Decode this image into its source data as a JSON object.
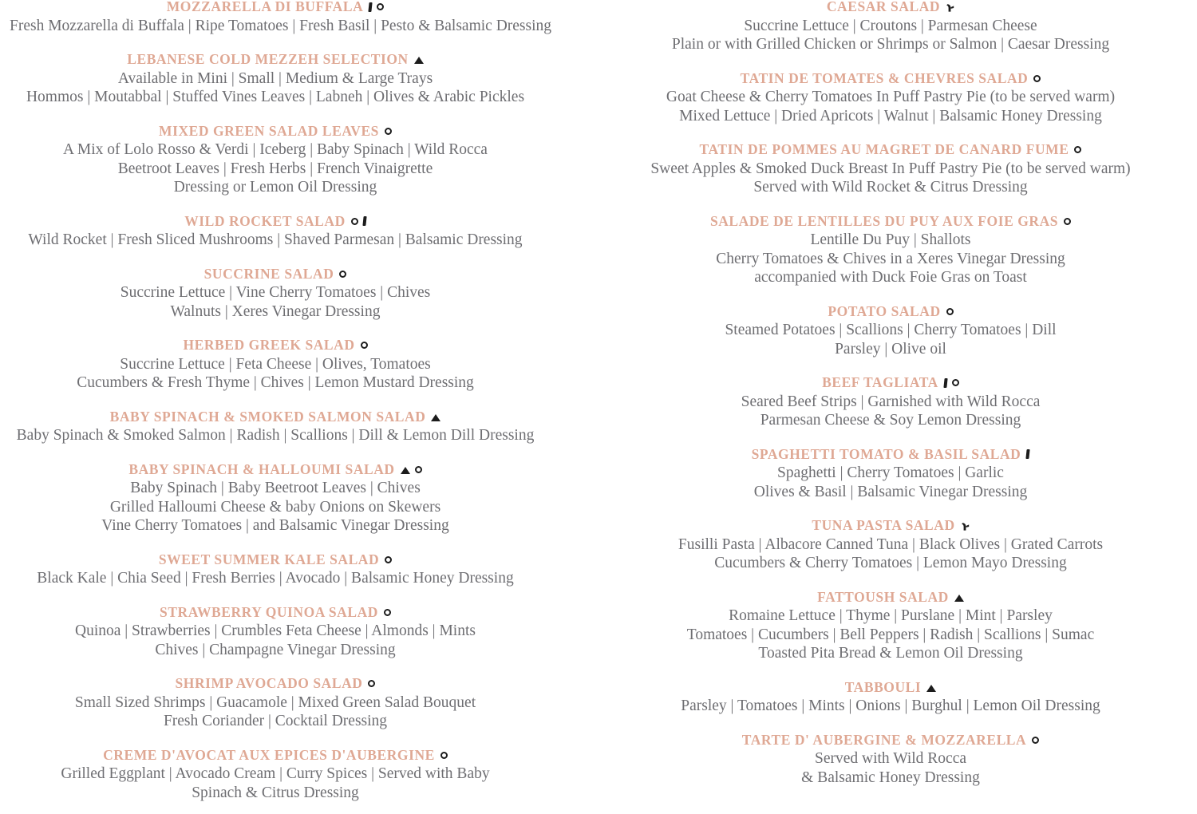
{
  "theme": {
    "heading_color": "#dfa894",
    "body_color": "#6e6e72",
    "icon_color": "#1c1c1c",
    "background": "#ffffff"
  },
  "icon_legend": {
    "circle": "vegetarian-icon",
    "triangle": "local-arabic-icon",
    "bar": "spicy-or-alcohol-icon",
    "fish": "seafood-icon"
  },
  "left_column": [
    {
      "title": "MOZZARELLA DI BUFFALA",
      "icons": [
        "bar",
        "circle"
      ],
      "lines": [
        "Fresh Mozzarella di Buffala | Ripe Tomatoes | Fresh Basil | Pesto & Balsamic Dressing"
      ]
    },
    {
      "title": "LEBANESE COLD MEZZEH SELECTION",
      "icons": [
        "triangle"
      ],
      "lines": [
        "Available in Mini | Small | Medium & Large Trays",
        "Hommos | Moutabbal | Stuffed Vines Leaves | Labneh | Olives & Arabic Pickles"
      ]
    },
    {
      "title": "MIXED GREEN SALAD LEAVES",
      "icons": [
        "circle"
      ],
      "lines": [
        "A Mix of Lolo Rosso & Verdi | Iceberg | Baby Spinach | Wild Rocca",
        "Beetroot Leaves | Fresh Herbs | French Vinaigrette",
        "Dressing or Lemon Oil Dressing"
      ]
    },
    {
      "title": "WILD ROCKET SALAD",
      "icons": [
        "circle",
        "bar"
      ],
      "lines": [
        "Wild Rocket | Fresh Sliced Mushrooms | Shaved Parmesan | Balsamic Dressing"
      ]
    },
    {
      "title": "SUCCRINE SALAD",
      "icons": [
        "circle"
      ],
      "lines": [
        "Succrine Lettuce | Vine Cherry Tomatoes | Chives",
        "Walnuts | Xeres Vinegar Dressing"
      ]
    },
    {
      "title": "HERBED GREEK SALAD",
      "icons": [
        "circle"
      ],
      "lines": [
        "Succrine Lettuce | Feta Cheese | Olives, Tomatoes",
        "Cucumbers & Fresh Thyme | Chives | Lemon Mustard Dressing"
      ]
    },
    {
      "title": "BABY SPINACH & SMOKED SALMON SALAD",
      "icons": [
        "triangle"
      ],
      "lines": [
        "Baby Spinach & Smoked Salmon | Radish | Scallions | Dill & Lemon Dill Dressing"
      ]
    },
    {
      "title": "BABY SPINACH & HALLOUMI SALAD",
      "icons": [
        "triangle",
        "circle"
      ],
      "lines": [
        "Baby Spinach | Baby Beetroot Leaves | Chives",
        "Grilled Halloumi Cheese & baby Onions on Skewers",
        "Vine Cherry Tomatoes | and Balsamic Vinegar Dressing"
      ]
    },
    {
      "title": "SWEET SUMMER KALE SALAD",
      "icons": [
        "circle"
      ],
      "lines": [
        "Black Kale | Chia Seed | Fresh Berries | Avocado | Balsamic Honey Dressing"
      ]
    },
    {
      "title": "STRAWBERRY QUINOA SALAD",
      "icons": [
        "circle"
      ],
      "lines": [
        "Quinoa | Strawberries | Crumbles Feta Cheese | Almonds | Mints",
        "Chives | Champagne Vinegar Dressing"
      ]
    },
    {
      "title": "SHRIMP AVOCADO SALAD",
      "icons": [
        "circle"
      ],
      "lines": [
        "Small Sized Shrimps | Guacamole | Mixed Green Salad Bouquet",
        "Fresh Coriander | Cocktail Dressing"
      ]
    },
    {
      "title": "CREME D'AVOCAT AUX EPICES D'AUBERGINE",
      "icons": [
        "circle"
      ],
      "lines": [
        "Grilled Eggplant | Avocado Cream | Curry Spices | Served with Baby",
        "Spinach & Citrus Dressing"
      ]
    }
  ],
  "right_column": [
    {
      "title": "CAESAR SALAD",
      "icons": [
        "fish"
      ],
      "lines": [
        "Succrine Lettuce | Croutons | Parmesan Cheese",
        "Plain or with Grilled Chicken or Shrimps or Salmon | Caesar Dressing"
      ]
    },
    {
      "title": "TATIN DE TOMATES & CHEVRES SALAD",
      "icons": [
        "circle"
      ],
      "lines": [
        "Goat Cheese & Cherry Tomatoes In Puff Pastry Pie (to be served warm)",
        "Mixed Lettuce | Dried Apricots | Walnut | Balsamic Honey Dressing"
      ]
    },
    {
      "title": "TATIN DE POMMES AU MAGRET DE CANARD FUME",
      "icons": [
        "circle"
      ],
      "lines": [
        "Sweet Apples & Smoked Duck Breast In Puff Pastry Pie (to be served warm)",
        "Served with Wild Rocket & Citrus Dressing"
      ]
    },
    {
      "title": "SALADE DE LENTILLES DU PUY AUX FOIE GRAS",
      "icons": [
        "circle"
      ],
      "lines": [
        "Lentille Du Puy | Shallots",
        "Cherry Tomatoes & Chives in a Xeres Vinegar Dressing",
        "accompanied with Duck Foie Gras on Toast"
      ]
    },
    {
      "title": "POTATO SALAD",
      "icons": [
        "circle"
      ],
      "lines": [
        "Steamed Potatoes | Scallions | Cherry Tomatoes | Dill",
        "Parsley | Olive oil"
      ]
    },
    {
      "title": "BEEF TAGLIATA",
      "icons": [
        "bar",
        "circle"
      ],
      "lines": [
        "Seared Beef Strips | Garnished with Wild Rocca",
        "Parmesan Cheese & Soy Lemon Dressing"
      ]
    },
    {
      "title": "SPAGHETTI TOMATO & BASIL SALAD",
      "icons": [
        "bar"
      ],
      "lines": [
        "Spaghetti | Cherry Tomatoes | Garlic",
        "Olives & Basil | Balsamic Vinegar Dressing"
      ]
    },
    {
      "title": "TUNA PASTA SALAD",
      "icons": [
        "fish"
      ],
      "lines": [
        "Fusilli Pasta | Albacore Canned Tuna | Black Olives | Grated Carrots",
        "Cucumbers & Cherry Tomatoes | Lemon Mayo Dressing"
      ]
    },
    {
      "title": "FATTOUSH SALAD",
      "icons": [
        "triangle"
      ],
      "lines": [
        "Romaine Lettuce | Thyme | Purslane | Mint | Parsley",
        "Tomatoes | Cucumbers | Bell Peppers | Radish | Scallions | Sumac",
        "Toasted Pita Bread & Lemon Oil Dressing"
      ]
    },
    {
      "title": "TABBOULI",
      "icons": [
        "triangle"
      ],
      "lines": [
        "Parsley | Tomatoes | Mints | Onions | Burghul | Lemon Oil Dressing"
      ]
    },
    {
      "title": "TARTE D' AUBERGINE & MOZZARELLA",
      "icons": [
        "circle"
      ],
      "lines": [
        "Served with Wild Rocca",
        "& Balsamic Honey Dressing"
      ]
    }
  ]
}
